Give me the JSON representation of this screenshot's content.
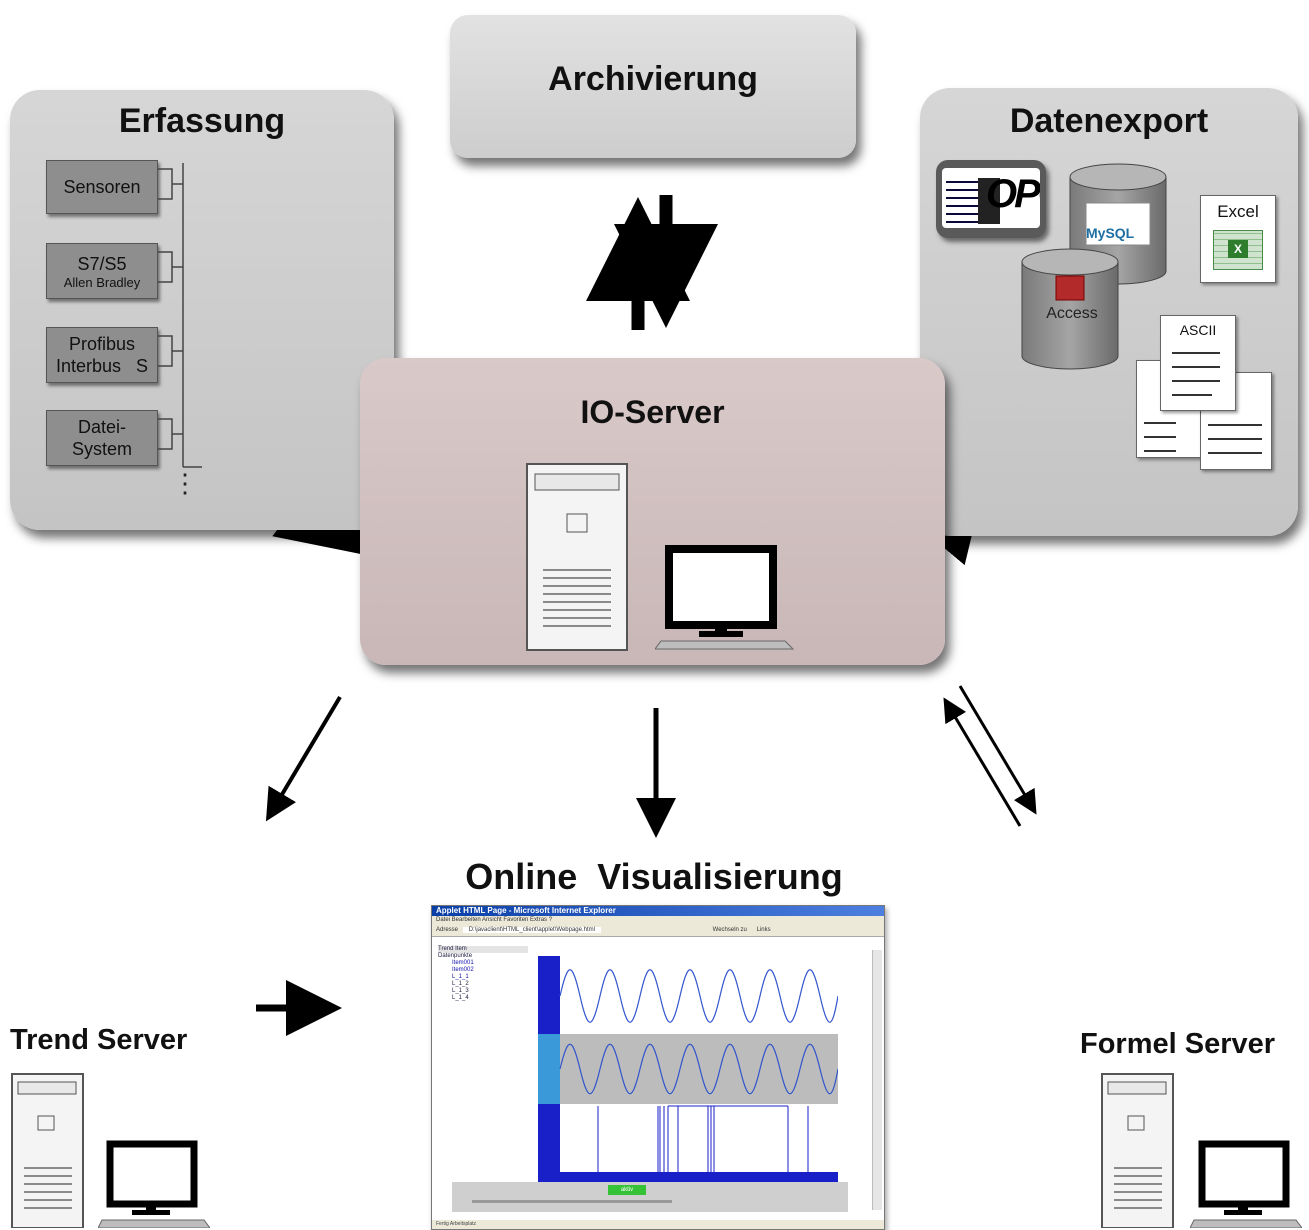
{
  "panels": {
    "erfassung": {
      "title": "Erfassung",
      "sources": [
        {
          "line1": "Sensoren",
          "line2": ""
        },
        {
          "line1": "S7/S5",
          "line2": "Allen Bradley"
        },
        {
          "line1": "Profibus",
          "line2": "Interbus   S"
        },
        {
          "line1": "Datei-",
          "line2": "System"
        }
      ],
      "more": "⋮"
    },
    "archivierung": {
      "title": "Archivierung"
    },
    "datenexport": {
      "title": "Datenexport",
      "items": {
        "opc": "OPC",
        "mysql": "MySQL",
        "access": "Access",
        "excel": "Excel",
        "ascii": "ASCII"
      }
    },
    "io_server": {
      "title": "IO-Server"
    }
  },
  "nodes": {
    "online": {
      "title": "Online  Visualisierung"
    },
    "trend": {
      "title": "Trend Server"
    },
    "formel": {
      "title": "Formel Server"
    }
  },
  "browser": {
    "title": "Applet HTML Page - Microsoft Internet Explorer",
    "menu": "Datei   Bearbeiten   Ansicht   Favoriten   Extras   ?",
    "address_label": "Adresse",
    "address": "D:\\javaclient\\HTML_client\\applet\\Webpage.html",
    "go": "Wechseln zu",
    "links": "Links",
    "tree_header": "Trend   Item",
    "tree_root": "Datenpunkte",
    "tree_items": [
      "Item001",
      "Item002",
      "L_1_1",
      "L_1_2",
      "L_1_3",
      "L_1_4"
    ],
    "button_active": "aktiv",
    "status": "Fertig   Arbeitsplatz"
  },
  "colors": {
    "panel_gray": "#cfcfcf",
    "io_server": "#d2c3c3",
    "source_box": "#8e8e8e",
    "wave_line": "#3355cc",
    "chart_band": "#bcbcbc",
    "chart_dark": "#1a20c8"
  }
}
